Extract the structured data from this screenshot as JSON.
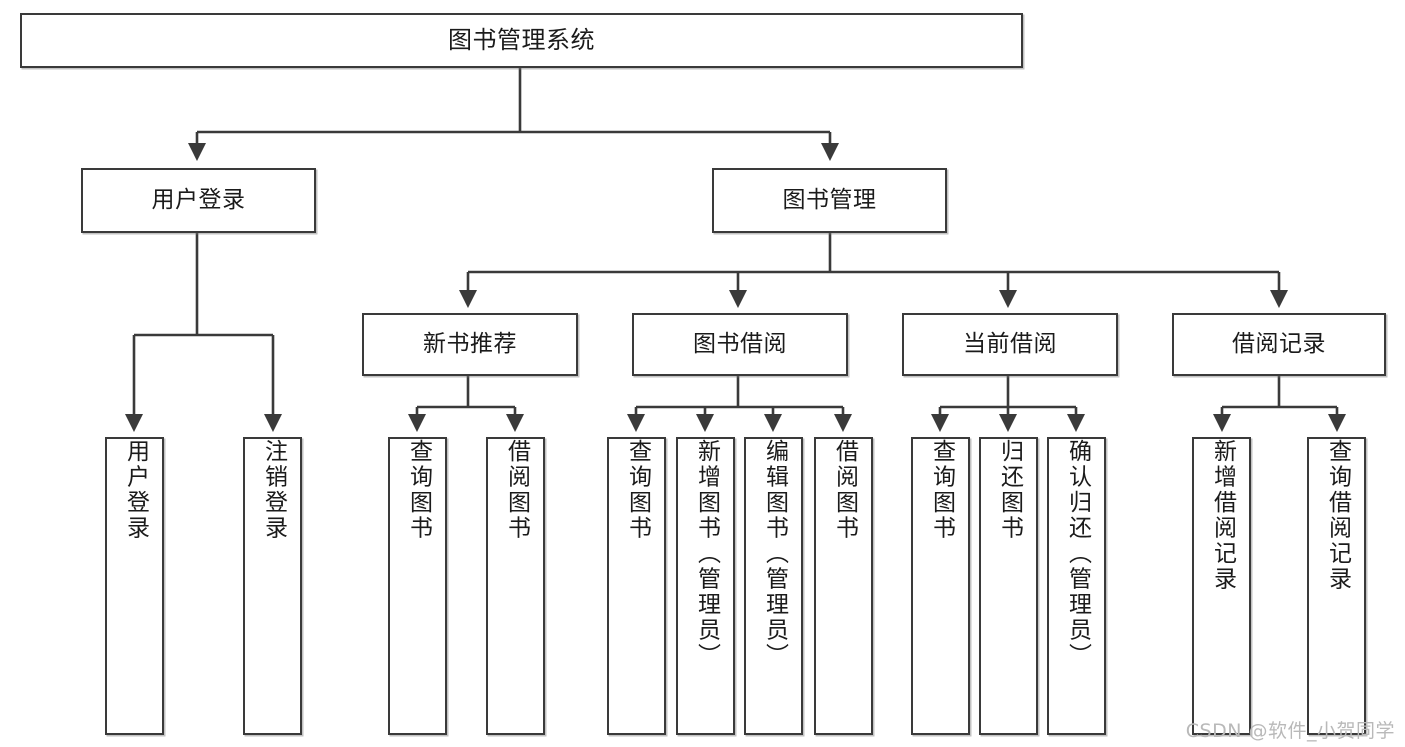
{
  "diagram": {
    "type": "tree",
    "title": "图书管理系统",
    "watermark": "CSDN @软件_小贺同学",
    "colors": {
      "box_border": "#3a3a3a",
      "box_fill": "#ffffff",
      "line": "#3a3a3a",
      "text": "#1b1b1b",
      "watermark": "#b9b9b9"
    },
    "nodes": {
      "root": {
        "label": "图书管理系统"
      },
      "level2": [
        {
          "label": "用户登录"
        },
        {
          "label": "图书管理"
        }
      ],
      "level3": [
        {
          "label": "新书推荐"
        },
        {
          "label": "图书借阅"
        },
        {
          "label": "当前借阅"
        },
        {
          "label": "借阅记录"
        }
      ],
      "leaves": {
        "user_login": [
          {
            "label": "用户登录"
          },
          {
            "label": "注销登录"
          }
        ],
        "new_book_recommend": [
          {
            "label": "查询图书"
          },
          {
            "label": "借阅图书"
          }
        ],
        "book_borrow": [
          {
            "label": "查询图书"
          },
          {
            "label": "新增图书（管理员）"
          },
          {
            "label": "编辑图书（管理员）"
          },
          {
            "label": "借阅图书"
          }
        ],
        "current_borrow": [
          {
            "label": "查询图书"
          },
          {
            "label": "归还图书"
          },
          {
            "label": "确认归还（管理员）"
          }
        ],
        "borrow_record": [
          {
            "label": "新增借阅记录"
          },
          {
            "label": "查询借阅记录"
          }
        ]
      }
    }
  }
}
